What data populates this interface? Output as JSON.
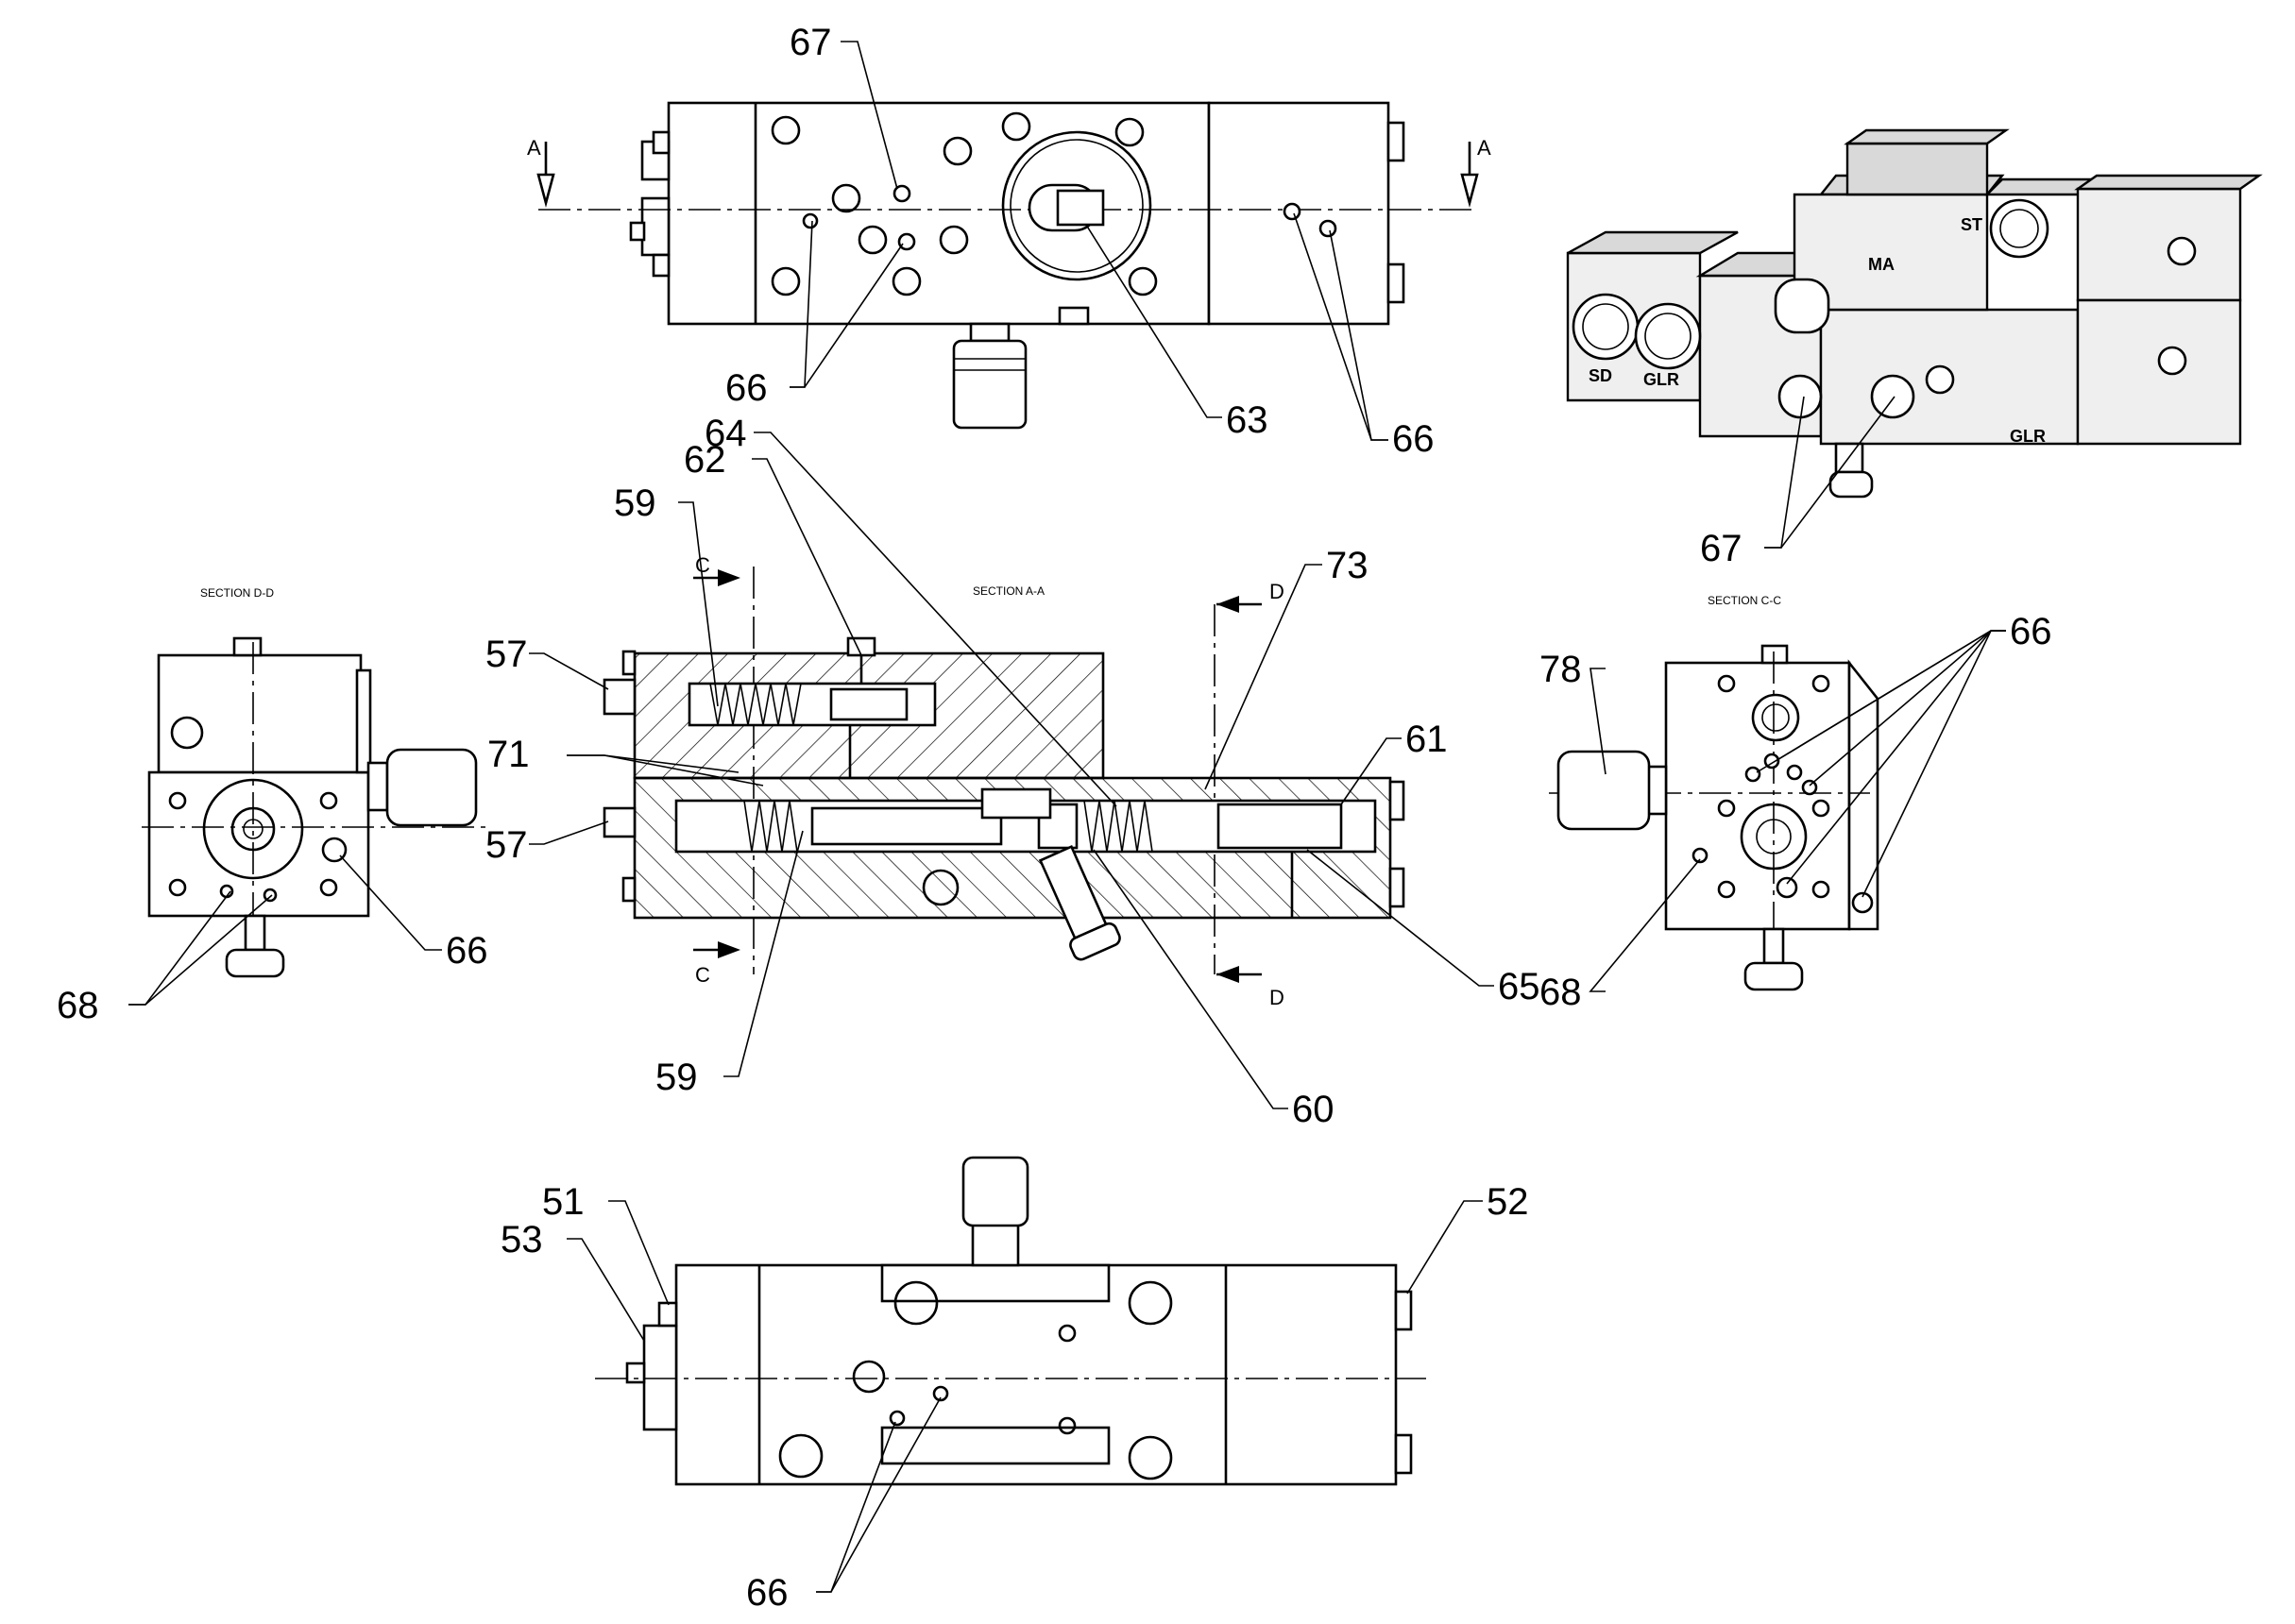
{
  "sections": {
    "section_dd": "SECTION  D-D",
    "section_aa": "SECTION  A-A",
    "section_cc": "SECTION  C-C"
  },
  "cut_marks": {
    "a_left": "A",
    "a_right": "A",
    "c_top": "C",
    "c_bottom": "C",
    "d_top": "D",
    "d_bottom": "D"
  },
  "port_labels": {
    "sd": "SD",
    "glr_front": "GLR",
    "ma": "MA",
    "st": "ST",
    "glr_side": "GLR"
  },
  "callouts": {
    "c67_top": "67",
    "c66_top_left": "66",
    "c63": "63",
    "c66_top_right": "66",
    "c67_iso": "67",
    "c64": "64",
    "c62": "62",
    "c59_top": "59",
    "c73": "73",
    "c57_top": "57",
    "c71": "71",
    "c61": "61",
    "c57_bottom": "57",
    "c65": "65",
    "c59_bottom": "59",
    "c60": "60",
    "c66_dd": "66",
    "c68_dd": "68",
    "c78": "78",
    "c66_cc": "66",
    "c68_cc": "68",
    "c51": "51",
    "c52": "52",
    "c53": "53",
    "c66_bottom": "66"
  }
}
